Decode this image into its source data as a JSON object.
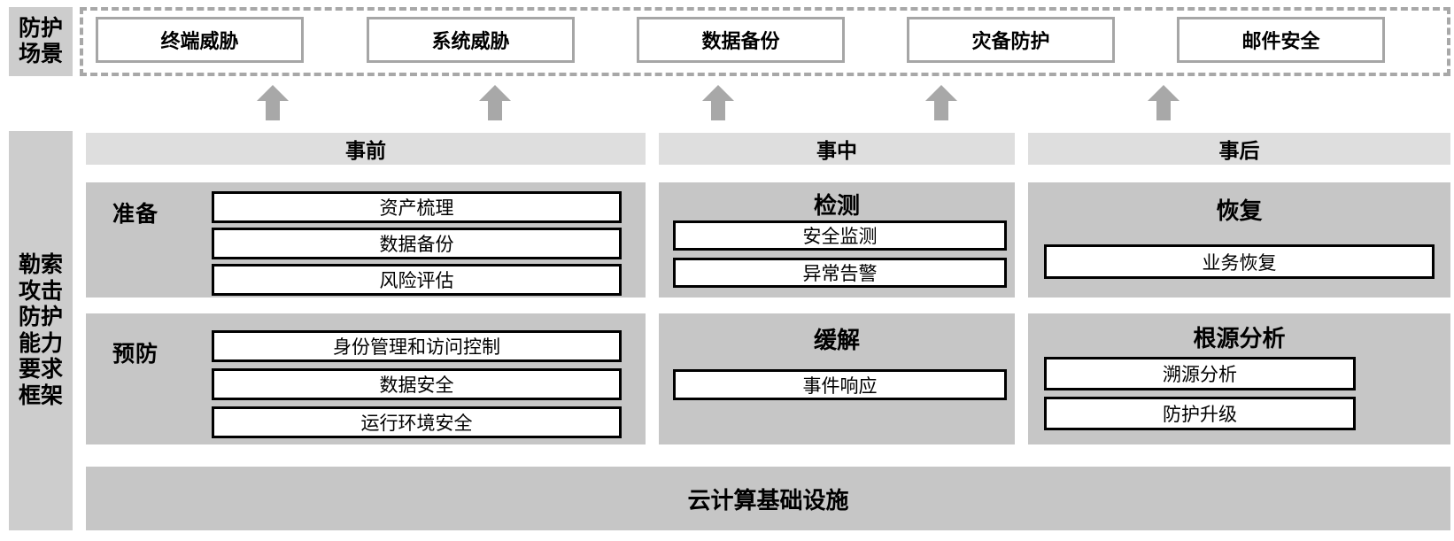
{
  "colors": {
    "panel_gray": "#c6c6c6",
    "side_gray": "#cdcdcd",
    "header_gray": "#dedede",
    "arrow_gray": "#a8a8a8",
    "scenario_border": "#a6a6a6",
    "box_border": "#000000",
    "background": "#ffffff"
  },
  "scenario_section": {
    "side_label": "防护场景",
    "boxes": [
      {
        "label": "终端威胁"
      },
      {
        "label": "系统威胁"
      },
      {
        "label": "数据备份"
      },
      {
        "label": "灾备防护"
      },
      {
        "label": "邮件安全"
      }
    ],
    "arrows": [
      {
        "icon": "arrow-up-icon"
      },
      {
        "icon": "arrow-up-icon"
      },
      {
        "icon": "arrow-up-icon"
      },
      {
        "icon": "arrow-up-icon"
      },
      {
        "icon": "arrow-up-icon"
      }
    ]
  },
  "framework_section": {
    "side_label": "勒索攻击防护能力要求框架",
    "phases": [
      {
        "header": "事前",
        "groups": [
          {
            "title": "准备",
            "title_align": "left",
            "items": [
              "资产梳理",
              "数据备份",
              "风险评估"
            ]
          },
          {
            "title": "预防",
            "title_align": "left",
            "items": [
              "身份管理和访问控制",
              "数据安全",
              "运行环境安全"
            ]
          }
        ]
      },
      {
        "header": "事中",
        "groups": [
          {
            "title": "检测",
            "title_align": "center",
            "items": [
              "安全监测",
              "异常告警"
            ]
          },
          {
            "title": "缓解",
            "title_align": "center",
            "items": [
              "事件响应"
            ]
          }
        ]
      },
      {
        "header": "事后",
        "groups": [
          {
            "title": "恢复",
            "title_align": "center",
            "items": [
              "业务恢复"
            ]
          },
          {
            "title": "根源分析",
            "title_align": "center",
            "items": [
              "溯源分析",
              "防护升级"
            ]
          }
        ]
      }
    ]
  },
  "infrastructure": {
    "label": "云计算基础设施"
  }
}
